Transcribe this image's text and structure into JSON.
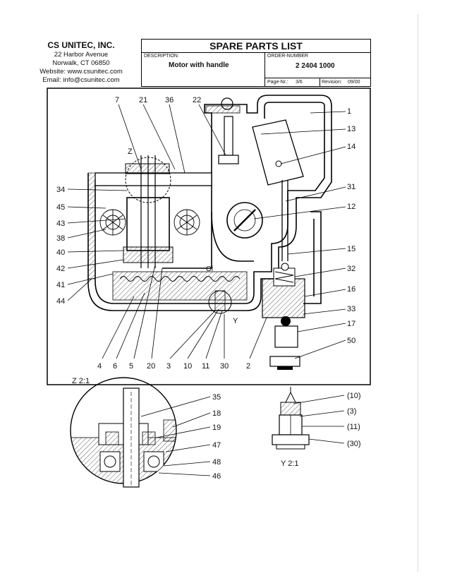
{
  "company": {
    "name": "CS UNITEC, INC.",
    "address1": "22 Harbor Avenue",
    "address2": "Norwalk, CT 06850",
    "website": "Website: www.csunitec.com",
    "email": "Email: info@csunitec.com"
  },
  "header": {
    "title": "SPARE PARTS LIST",
    "description_label": "DESCRIPTION:",
    "description": "Motor with handle",
    "order_label": "ORDER-NUMBER",
    "order_number": "2 2404 1000",
    "page_label": "Page-Nr.:",
    "page_value": "3/6",
    "revision_label": "Revision:",
    "revision_value": "09/00"
  },
  "callouts": {
    "top": [
      "7",
      "21",
      "36",
      "22"
    ],
    "right": [
      "1",
      "13",
      "14",
      "31",
      "12",
      "15",
      "32",
      "16",
      "33",
      "17",
      "50"
    ],
    "left": [
      "34",
      "45",
      "43",
      "38",
      "40",
      "42",
      "41",
      "44"
    ],
    "bottom": [
      "4",
      "6",
      "5",
      "20",
      "3",
      "10",
      "11",
      "30",
      "2"
    ],
    "detail_z": [
      "35",
      "18",
      "19",
      "47",
      "48",
      "46"
    ],
    "detail_y": [
      "(10)",
      "(3)",
      "(11)",
      "(30)"
    ],
    "z_marker": "Z",
    "y_marker": "Y",
    "label_z": "Z 2:1",
    "label_y": "Y 2:1"
  }
}
